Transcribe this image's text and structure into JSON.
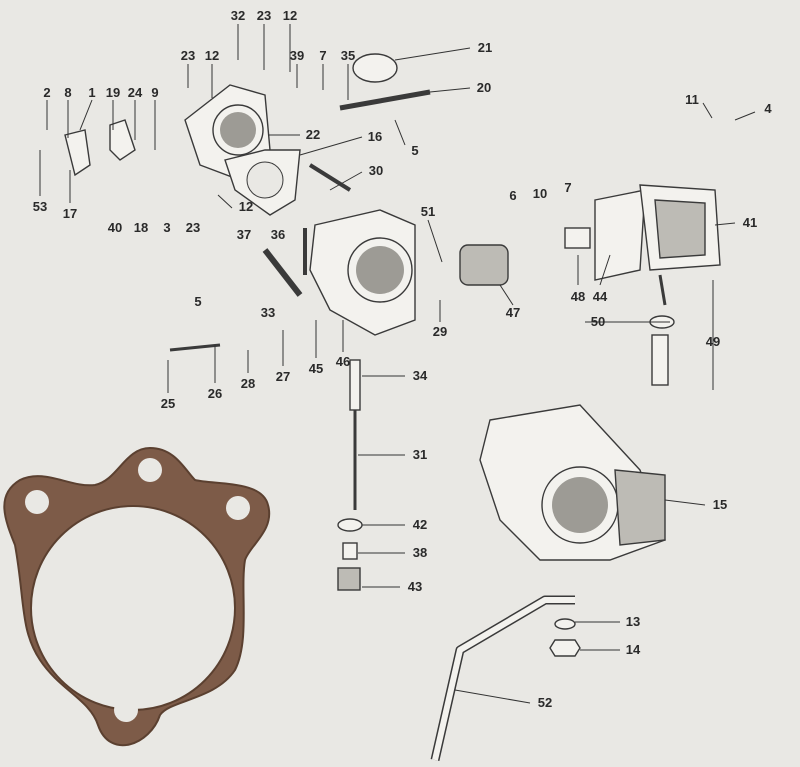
{
  "diagram": {
    "type": "exploded-parts-diagram",
    "gasket_color": "#7d5b48",
    "labels": [
      "32",
      "23",
      "12",
      "23",
      "12",
      "39",
      "7",
      "35",
      "21",
      "20",
      "2",
      "8",
      "1",
      "19",
      "24",
      "9",
      "11",
      "4",
      "22",
      "16",
      "5",
      "53",
      "17",
      "40",
      "18",
      "3",
      "23",
      "12",
      "30",
      "6",
      "10",
      "7",
      "51",
      "41",
      "37",
      "36",
      "48",
      "44",
      "47",
      "29",
      "5",
      "33",
      "50",
      "49",
      "45",
      "46",
      "27",
      "26",
      "28",
      "25",
      "34",
      "31",
      "15",
      "42",
      "38",
      "43",
      "13",
      "14",
      "52"
    ]
  }
}
